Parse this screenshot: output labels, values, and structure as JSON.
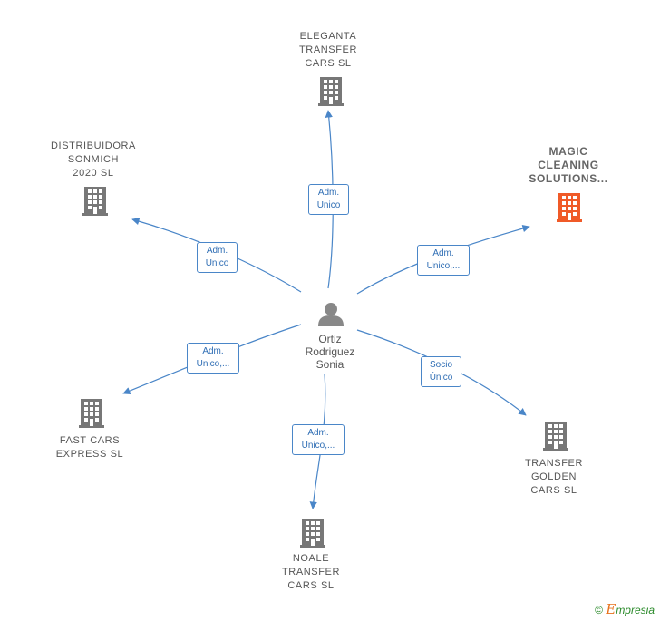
{
  "center": {
    "name": "Ortiz\nRodriguez\nSonia"
  },
  "nodes": [
    {
      "id": "eleganta",
      "label": "ELEGANTA\nTRANSFER\nCARS  SL",
      "highlight": false
    },
    {
      "id": "distribuidora",
      "label": "DISTRIBUIDORA\nSONMICH\n2020  SL",
      "highlight": false
    },
    {
      "id": "magic",
      "label": "MAGIC\nCLEANING\nSOLUTIONS...",
      "highlight": true
    },
    {
      "id": "fastcars",
      "label": "FAST CARS\nEXPRESS  SL",
      "highlight": false
    },
    {
      "id": "noale",
      "label": "NOALE\nTRANSFER\nCARS  SL",
      "highlight": false
    },
    {
      "id": "transfergolden",
      "label": "TRANSFER\nGOLDEN\nCARS  SL",
      "highlight": false
    }
  ],
  "edges": [
    {
      "to": "eleganta",
      "label": "Adm.\nUnico"
    },
    {
      "to": "distribuidora",
      "label": "Adm.\nUnico"
    },
    {
      "to": "magic",
      "label": "Adm.\nUnico,..."
    },
    {
      "to": "fastcars",
      "label": "Adm.\nUnico,..."
    },
    {
      "to": "noale",
      "label": "Adm.\nUnico,..."
    },
    {
      "to": "transfergolden",
      "label": "Socio\nÚnico"
    }
  ],
  "colors": {
    "edge": "#4a86c8",
    "building": "#777777",
    "building_highlight": "#f05a28",
    "person": "#888888"
  },
  "icons": {
    "company": "building-icon",
    "person": "person-icon"
  },
  "footer": {
    "copyright": "©",
    "brand_initial": "E",
    "brand_rest": "mpresia"
  }
}
